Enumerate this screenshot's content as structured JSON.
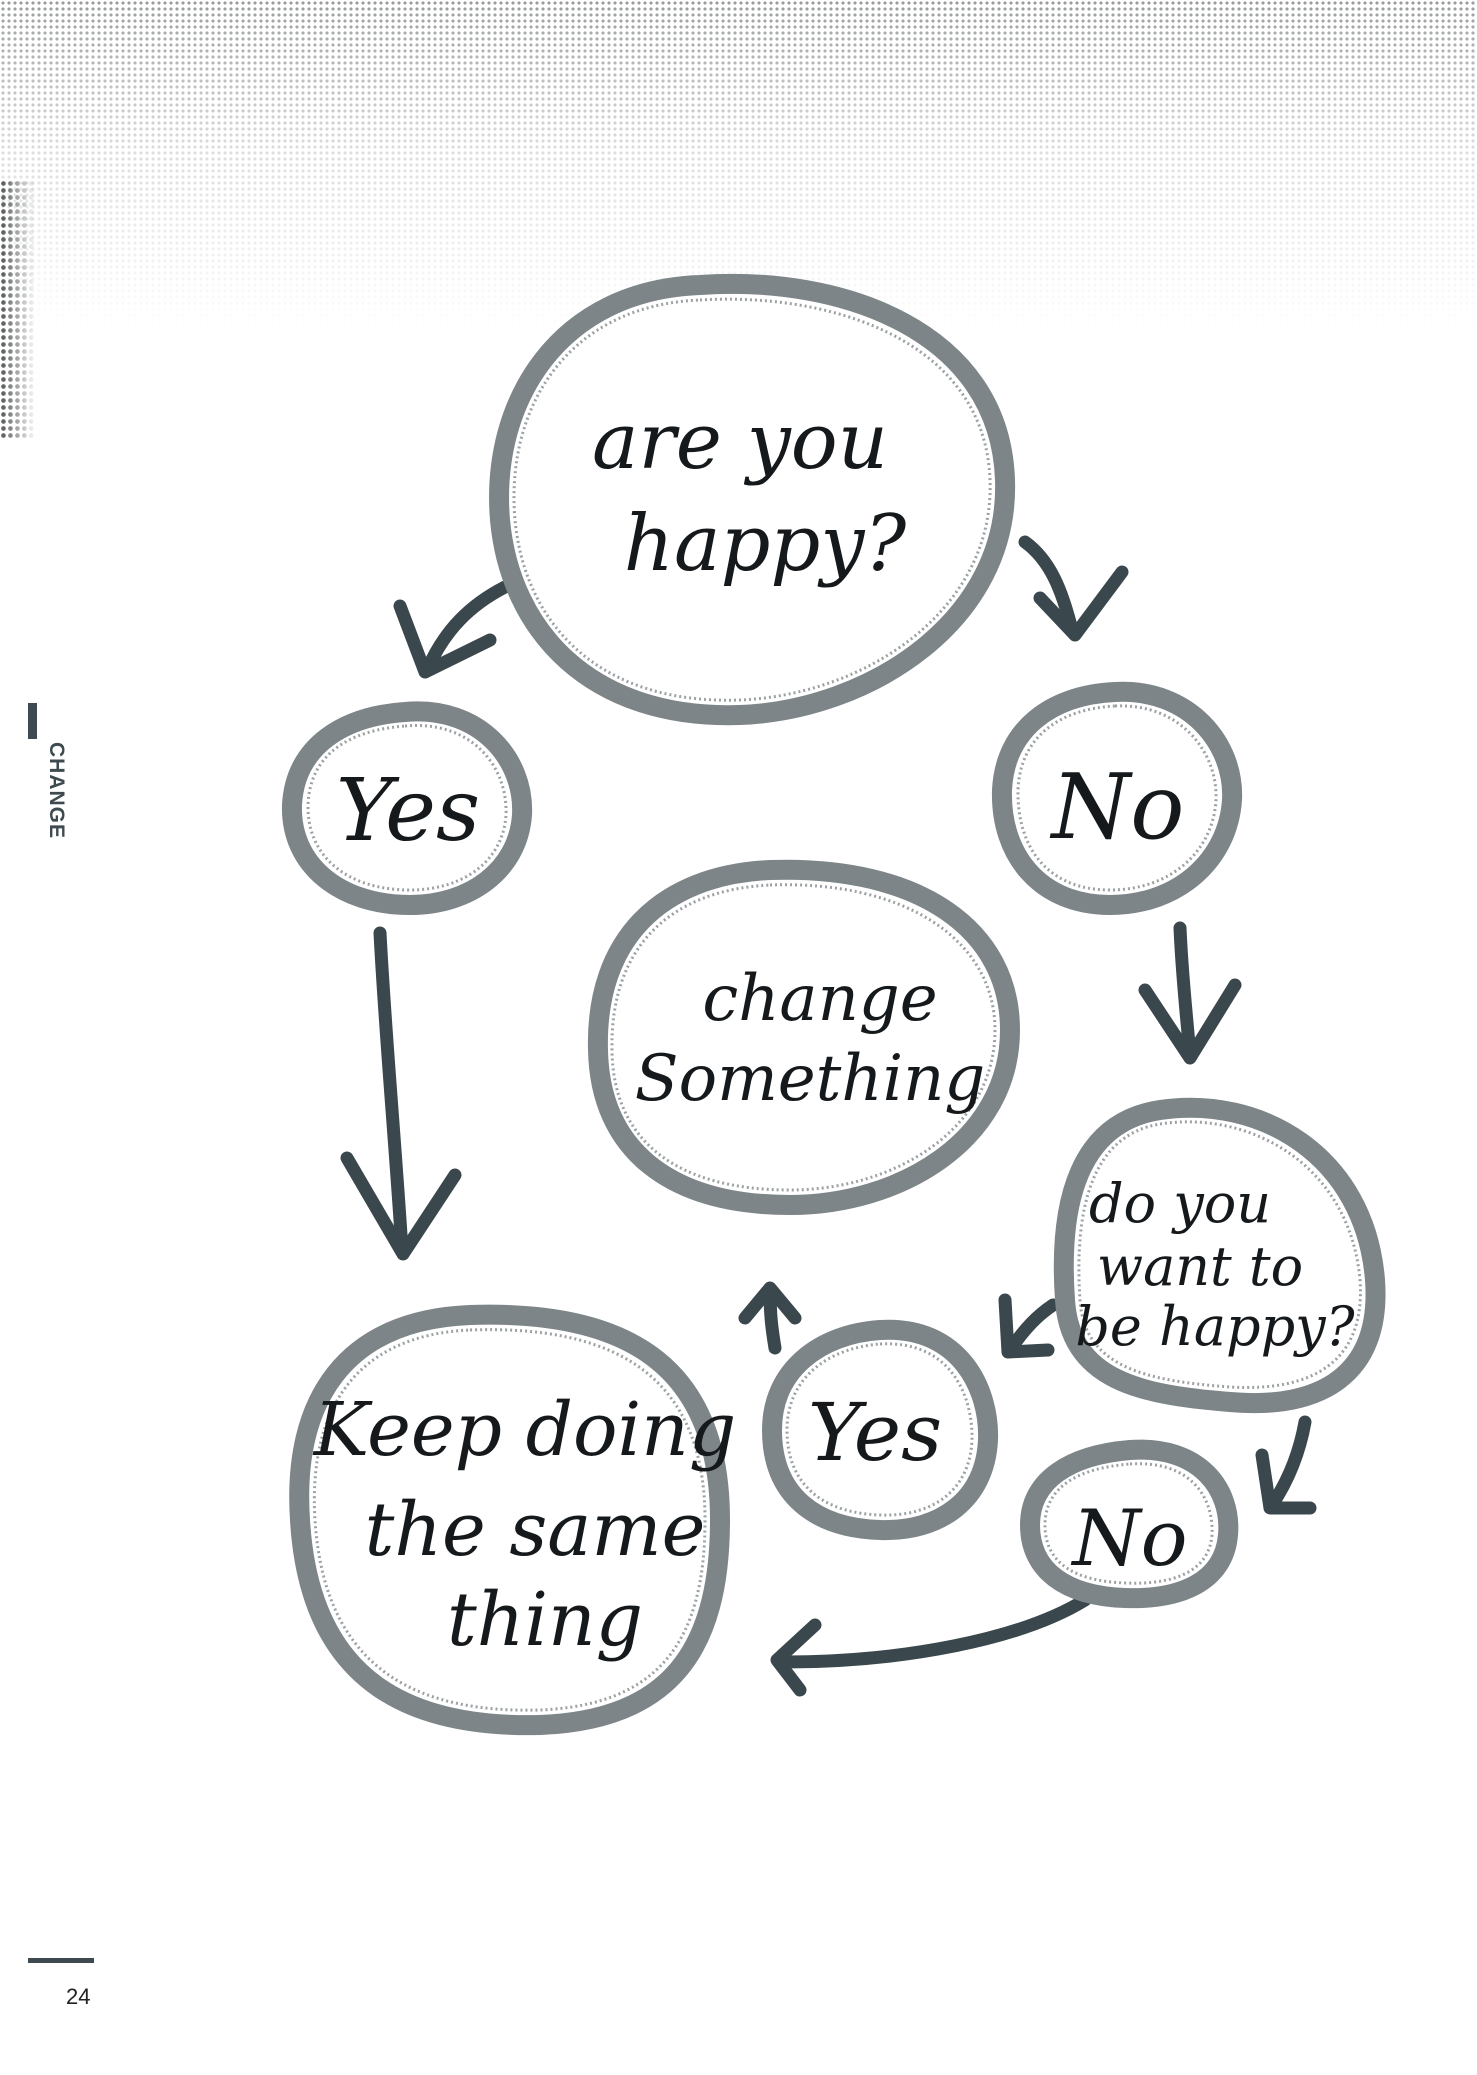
{
  "page": {
    "section_label": "CHANGE",
    "page_number": "24"
  },
  "flowchart": {
    "nodes": [
      {
        "id": "are-you-happy",
        "lines": [
          "are you",
          "happy?"
        ]
      },
      {
        "id": "yes-1",
        "lines": [
          "Yes"
        ]
      },
      {
        "id": "no-1",
        "lines": [
          "No"
        ]
      },
      {
        "id": "change-something",
        "lines": [
          "change",
          "Something"
        ]
      },
      {
        "id": "do-you-want",
        "lines": [
          "do you",
          "want to",
          "be happy?"
        ]
      },
      {
        "id": "yes-2",
        "lines": [
          "Yes"
        ]
      },
      {
        "id": "no-2",
        "lines": [
          "No"
        ]
      },
      {
        "id": "keep-doing",
        "lines": [
          "Keep doing",
          "the same",
          "thing"
        ]
      }
    ],
    "edges": [
      {
        "from": "are-you-happy",
        "to": "yes-1"
      },
      {
        "from": "are-you-happy",
        "to": "no-1"
      },
      {
        "from": "yes-1",
        "to": "keep-doing"
      },
      {
        "from": "no-1",
        "to": "do-you-want"
      },
      {
        "from": "do-you-want",
        "to": "yes-2"
      },
      {
        "from": "do-you-want",
        "to": "no-2"
      },
      {
        "from": "yes-2",
        "to": "change-something"
      },
      {
        "from": "no-2",
        "to": "keep-doing"
      }
    ]
  }
}
